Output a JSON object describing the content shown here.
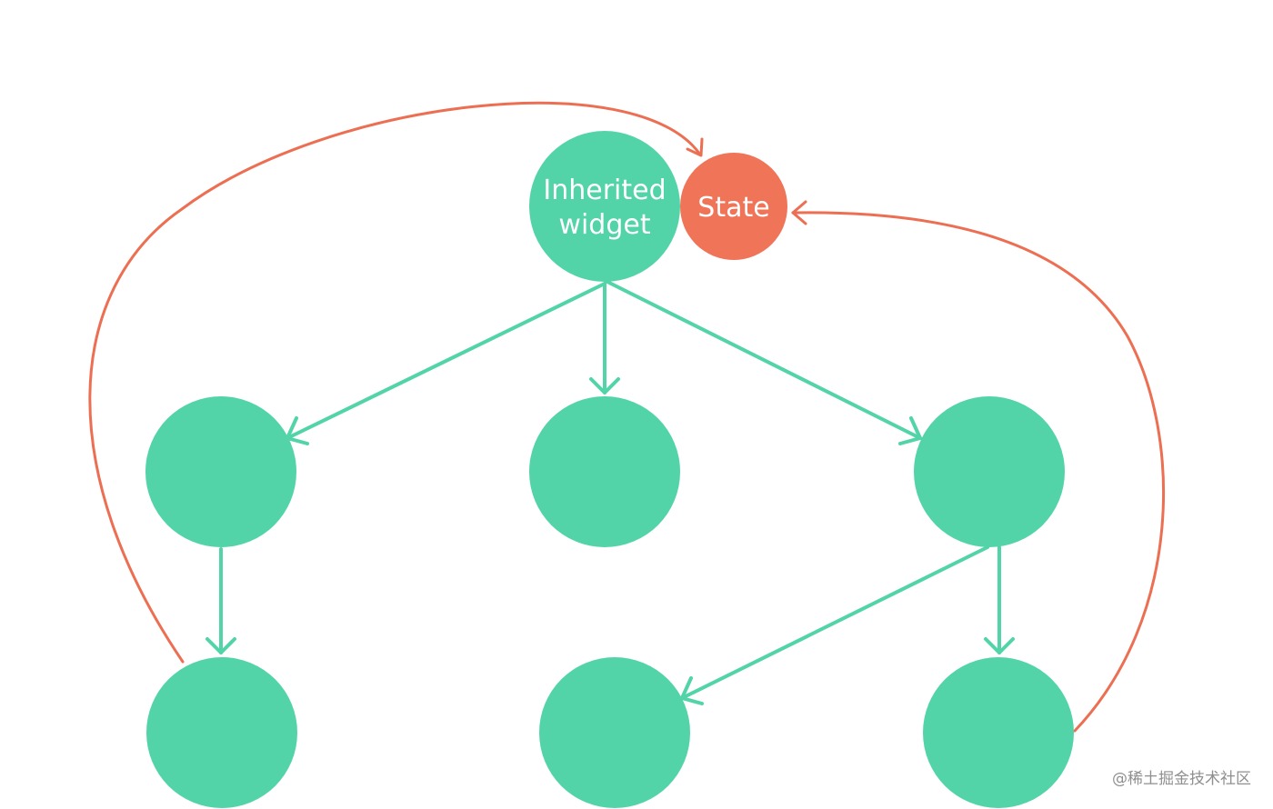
{
  "diagram": {
    "root_label_line1": "Inherited",
    "root_label_line2": "widget",
    "state_label": "State"
  },
  "watermark": "@稀土掘金技术社区",
  "colors": {
    "node": "#52d4a8",
    "edge": "#52d4a8",
    "state": "#f07457",
    "callback": "#ec6f53",
    "background": "#ffffff"
  }
}
